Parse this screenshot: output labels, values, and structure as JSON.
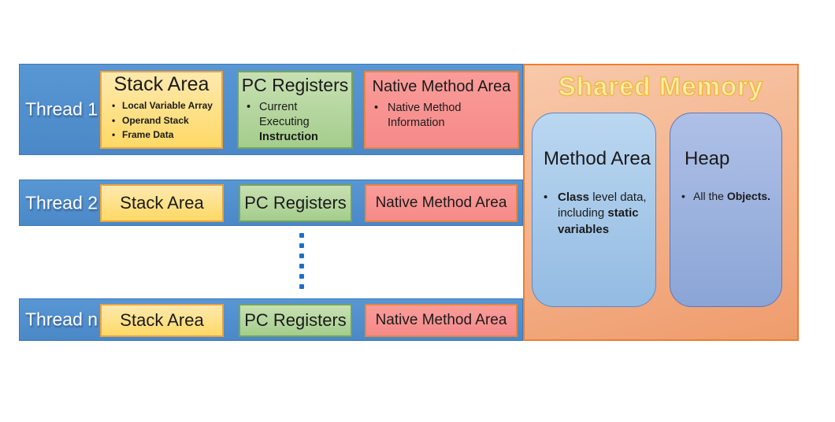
{
  "threads": [
    {
      "label": "Thread 1",
      "stack": {
        "title": "Stack Area",
        "bullets": [
          "Local Variable Array",
          "Operand Stack",
          "Frame Data"
        ]
      },
      "pc": {
        "title": "PC Registers",
        "bullet": [
          {
            "text": "Current Executing ",
            "bold": false
          },
          {
            "text": "Instruction",
            "bold": true
          }
        ]
      },
      "native": {
        "title": "Native Method Area",
        "bullet": [
          {
            "text": "Native Method Information",
            "bold": false
          }
        ]
      }
    },
    {
      "label": "Thread 2",
      "stack": {
        "title": "Stack Area"
      },
      "pc": {
        "title": "PC Registers"
      },
      "native": {
        "title": "Native Method Area"
      }
    },
    {
      "label": "Thread n",
      "stack": {
        "title": "Stack Area"
      },
      "pc": {
        "title": "PC Registers"
      },
      "native": {
        "title": "Native Method Area"
      }
    }
  ],
  "shared_memory": {
    "title": "Shared Memory",
    "method_area": {
      "title": "Method Area",
      "bullet": [
        {
          "text": "Class",
          "bold": true
        },
        {
          "text": " level data, including ",
          "bold": false
        },
        {
          "text": "static variables",
          "bold": true
        }
      ]
    },
    "heap": {
      "title": "Heap",
      "bullet": [
        {
          "text": "All the ",
          "bold": false
        },
        {
          "text": "Objects.",
          "bold": true
        }
      ]
    }
  },
  "colors": {
    "thread_bar_top": "#5896D4",
    "thread_bar_bottom": "#4A88C7",
    "thread_bar_border": "#3E79B8",
    "thread_label_text": "#FFFFFF",
    "stack_fill_top": "#FDE9AE",
    "stack_fill_bottom": "#FFD966",
    "stack_border": "#EDA33F",
    "pc_fill_top": "#C8E0B3",
    "pc_fill_bottom": "#A4CD8C",
    "pc_border": "#77A45A",
    "native_fill_top": "#FA9C99",
    "native_fill_bottom": "#F58A8A",
    "native_border": "#E8853C",
    "shared_fill_top": "#F8C9AB",
    "shared_fill_bottom": "#EF9C6C",
    "shared_border": "#ED7D31",
    "shared_title_fill": "#FFEDA8",
    "shared_title_outline": "#EFB73E",
    "method_fill_top": "#BBD7F1",
    "method_fill_bottom": "#93BBE2",
    "method_border": "#5E87C5",
    "heap_fill_top": "#AFC0E7",
    "heap_fill_bottom": "#8AA5D6",
    "heap_border": "#6076BB",
    "dot": "#1C70C8",
    "text_dark": "#1B1B1B"
  }
}
